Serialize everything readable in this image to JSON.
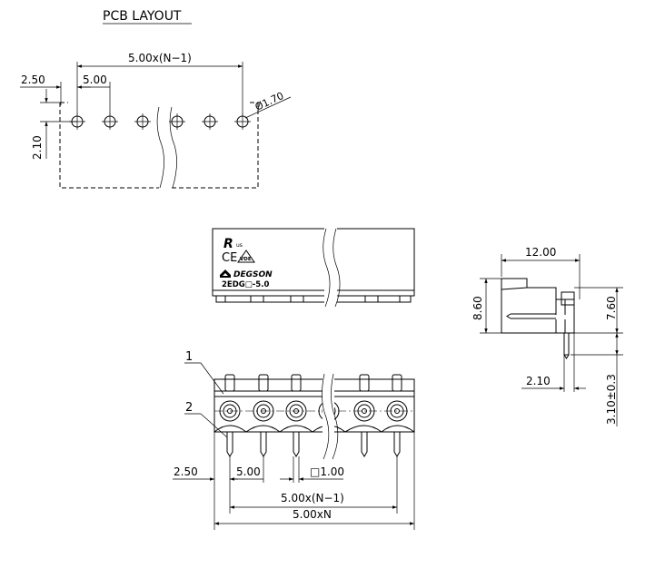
{
  "title": "PCB LAYOUT",
  "pcb_layout": {
    "dim_span": "5.00x(N−1)",
    "dim_edge": "2.50",
    "dim_pitch": "5.00",
    "dim_hole": "Ø1.70",
    "dim_row": "2.10"
  },
  "front_view": {
    "brand": "DEGSON",
    "model": "2EDG□-5.0",
    "marks": [
      "R",
      "us",
      "CE",
      "VDE"
    ]
  },
  "bottom_view": {
    "callouts": [
      "1",
      "2"
    ],
    "dim_edge": "2.50",
    "dim_pitch": "5.00",
    "dim_pin": "□1.00",
    "dim_span": "5.00x(N−1)",
    "dim_total": "5.00xN"
  },
  "side_view": {
    "dim_depth": "12.00",
    "dim_height": "8.60",
    "dim_body": "7.60",
    "dim_offset": "2.10",
    "dim_pin_len": "3.10±0.3"
  }
}
